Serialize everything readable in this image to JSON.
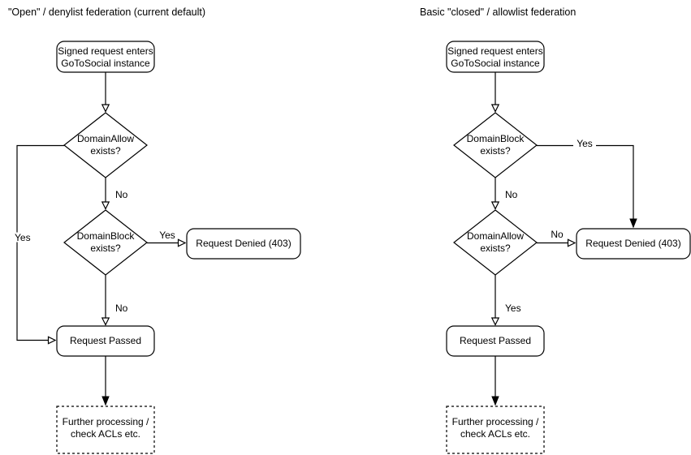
{
  "background": "#ffffff",
  "stroke_color": "#000000",
  "text_color": "#000000",
  "left": {
    "title": "\"Open\" / denylist federation (current default)",
    "nodes": {
      "start_line1": "Signed request enters",
      "start_line2": "GoToSocial instance",
      "decision1_line1": "DomainAllow",
      "decision1_line2": "exists?",
      "decision2_line1": "DomainBlock",
      "decision2_line2": "exists?",
      "denied": "Request Denied (403)",
      "passed": "Request Passed",
      "further_line1": "Further processing /",
      "further_line2": "check ACLs etc."
    },
    "edges": {
      "decision1_yes": "Yes",
      "decision1_no": "No",
      "decision2_yes": "Yes",
      "decision2_no": "No"
    }
  },
  "right": {
    "title": "Basic \"closed\" / allowlist federation",
    "nodes": {
      "start_line1": "Signed request enters",
      "start_line2": "GoToSocial instance",
      "decision1_line1": "DomainBlock",
      "decision1_line2": "exists?",
      "decision2_line1": "DomainAllow",
      "decision2_line2": "exists?",
      "denied": "Request Denied (403)",
      "passed": "Request Passed",
      "further_line1": "Further processing /",
      "further_line2": "check ACLs etc."
    },
    "edges": {
      "decision1_yes": "Yes",
      "decision1_no": "No",
      "decision2_no": "No",
      "decision2_yes": "Yes"
    }
  }
}
